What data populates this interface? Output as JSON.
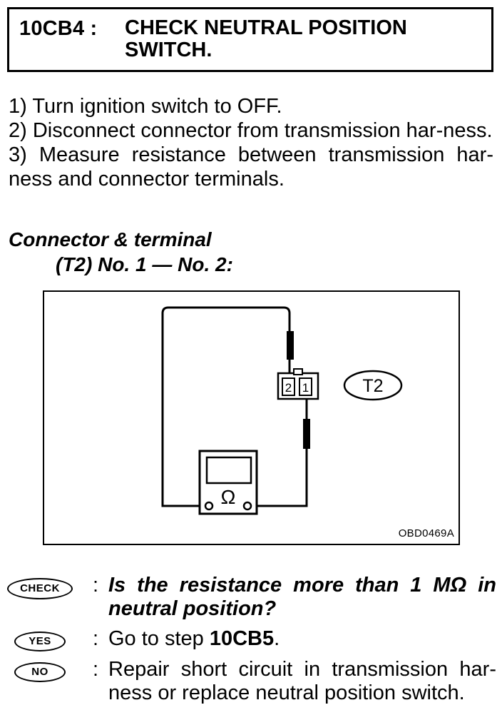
{
  "header": {
    "step_code": "10CB4 :",
    "title": "CHECK NEUTRAL POSITION SWITCH."
  },
  "steps": [
    "1)  Turn ignition switch to OFF.",
    "2)  Disconnect connector from transmission har-ness.",
    "3)  Measure resistance between transmission har-ness and connector terminals."
  ],
  "connector": {
    "label": "Connector & terminal",
    "terminals": "(T2) No. 1 — No. 2:"
  },
  "figure": {
    "connector_tag": "T2",
    "pin_left": "2",
    "pin_right": "1",
    "meter_symbol": "Ω",
    "code": "OBD0469A"
  },
  "check": {
    "badge": "CHECK",
    "question": "Is the resistance more than 1 MΩ in neutral position?"
  },
  "yes": {
    "badge": "YES",
    "prefix": "Go to step ",
    "target": "10CB5",
    "suffix": "."
  },
  "no": {
    "badge": "NO",
    "text": "Repair short circuit in transmission har-ness or replace neutral position switch."
  }
}
